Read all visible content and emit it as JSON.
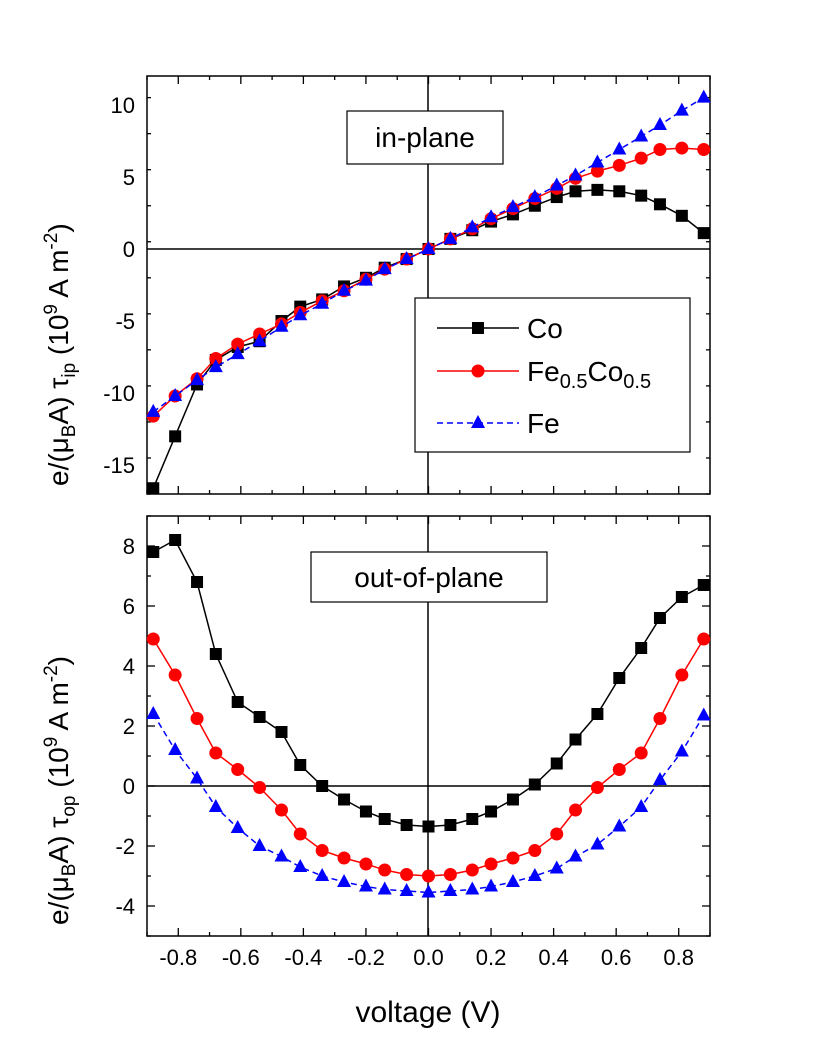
{
  "chart_data": [
    {
      "type": "line",
      "panel": "top",
      "annotation": "in-plane",
      "ylabel": "e/(μBA) τip (10^9 A m^-2)",
      "ylabel_parts": {
        "a": "e/(μ",
        "b": "B",
        "c": "A) τ",
        "d": "ip",
        "e": " (10",
        "f": "9",
        "g": " A m",
        "h": "-2",
        "i": ")"
      },
      "xlim": [
        -0.9,
        0.9
      ],
      "ylim": [
        -17,
        12
      ],
      "yticks": [
        -15,
        -10,
        -5,
        0,
        5,
        10
      ],
      "x": [
        -0.88,
        -0.81,
        -0.74,
        -0.68,
        -0.61,
        -0.54,
        -0.47,
        -0.41,
        -0.34,
        -0.27,
        -0.2,
        -0.14,
        -0.07,
        0.0,
        0.07,
        0.14,
        0.2,
        0.27,
        0.34,
        0.41,
        0.47,
        0.54,
        0.61,
        0.68,
        0.74,
        0.81,
        0.88
      ],
      "series": [
        {
          "name": "Co",
          "color": "#000000",
          "marker": "square",
          "dash": "none",
          "values": [
            -16.6,
            -13.0,
            -9.4,
            -7.7,
            -6.8,
            -6.4,
            -5.0,
            -4.0,
            -3.5,
            -2.6,
            -2.0,
            -1.3,
            -0.7,
            0.0,
            0.7,
            1.3,
            1.9,
            2.4,
            3.0,
            3.6,
            4.0,
            4.1,
            4.0,
            3.7,
            3.1,
            2.3,
            1.1
          ]
        },
        {
          "name": "Fe0.5Co0.5",
          "name_parts": {
            "a": "Fe",
            "b": "0.5",
            "c": "Co",
            "d": "0.5"
          },
          "color": "#ff0000",
          "marker": "circle",
          "dash": "none",
          "values": [
            -11.6,
            -10.2,
            -9.0,
            -7.6,
            -6.6,
            -5.9,
            -5.2,
            -4.4,
            -3.6,
            -2.9,
            -2.1,
            -1.4,
            -0.7,
            0.0,
            0.7,
            1.4,
            2.1,
            2.8,
            3.5,
            4.2,
            4.9,
            5.4,
            5.8,
            6.3,
            6.9,
            7.0,
            6.9
          ]
        },
        {
          "name": "Fe",
          "color": "#0000ff",
          "marker": "triangle",
          "dash": "6,4",
          "values": [
            -11.3,
            -10.2,
            -9.1,
            -8.2,
            -7.3,
            -6.4,
            -5.4,
            -4.6,
            -3.8,
            -2.9,
            -2.2,
            -1.4,
            -0.7,
            0.0,
            0.7,
            1.5,
            2.2,
            2.9,
            3.6,
            4.4,
            5.1,
            6.0,
            6.9,
            7.8,
            8.6,
            9.6,
            10.5
          ]
        }
      ]
    },
    {
      "type": "line",
      "panel": "bottom",
      "annotation": "out-of-plane",
      "xlabel": "voltage (V)",
      "ylabel": "e/(μBA) τop (10^9 A m^-2)",
      "ylabel_parts": {
        "a": "e/(μ",
        "b": "B",
        "c": "A) τ",
        "d": "op",
        "e": " (10",
        "f": "9",
        "g": " A m",
        "h": "-2",
        "i": ")"
      },
      "xlim": [
        -0.9,
        0.9
      ],
      "ylim": [
        -5,
        9
      ],
      "xticks": [
        "-0.8",
        "-0.6",
        "-0.4",
        "-0.2",
        "0.0",
        "0.2",
        "0.4",
        "0.6",
        "0.8"
      ],
      "yticks": [
        -4,
        -2,
        0,
        2,
        4,
        6,
        8
      ],
      "x": [
        -0.88,
        -0.81,
        -0.74,
        -0.68,
        -0.61,
        -0.54,
        -0.47,
        -0.41,
        -0.34,
        -0.27,
        -0.2,
        -0.14,
        -0.07,
        0.0,
        0.07,
        0.14,
        0.2,
        0.27,
        0.34,
        0.41,
        0.47,
        0.54,
        0.61,
        0.68,
        0.74,
        0.81,
        0.88
      ],
      "series": [
        {
          "name": "Co",
          "color": "#000000",
          "marker": "square",
          "dash": "none",
          "values": [
            7.8,
            8.2,
            6.8,
            4.4,
            2.8,
            2.3,
            1.8,
            0.7,
            0.0,
            -0.45,
            -0.85,
            -1.1,
            -1.3,
            -1.35,
            -1.3,
            -1.1,
            -0.85,
            -0.45,
            0.05,
            0.75,
            1.55,
            2.4,
            3.6,
            4.6,
            5.6,
            6.3,
            6.7
          ]
        },
        {
          "name": "Fe0.5Co0.5",
          "color": "#ff0000",
          "marker": "circle",
          "dash": "none",
          "values": [
            4.9,
            3.7,
            2.25,
            1.1,
            0.55,
            -0.05,
            -0.8,
            -1.6,
            -2.15,
            -2.4,
            -2.6,
            -2.8,
            -2.95,
            -3.0,
            -2.95,
            -2.8,
            -2.6,
            -2.4,
            -2.15,
            -1.6,
            -0.8,
            -0.05,
            0.55,
            1.1,
            2.25,
            3.7,
            4.9
          ]
        },
        {
          "name": "Fe",
          "color": "#0000ff",
          "marker": "triangle",
          "dash": "6,4",
          "values": [
            2.4,
            1.2,
            0.25,
            -0.7,
            -1.4,
            -2.0,
            -2.35,
            -2.7,
            -3.0,
            -3.2,
            -3.35,
            -3.45,
            -3.5,
            -3.55,
            -3.5,
            -3.45,
            -3.35,
            -3.2,
            -3.0,
            -2.75,
            -2.35,
            -1.95,
            -1.35,
            -0.7,
            0.2,
            1.15,
            2.35
          ]
        }
      ]
    }
  ]
}
